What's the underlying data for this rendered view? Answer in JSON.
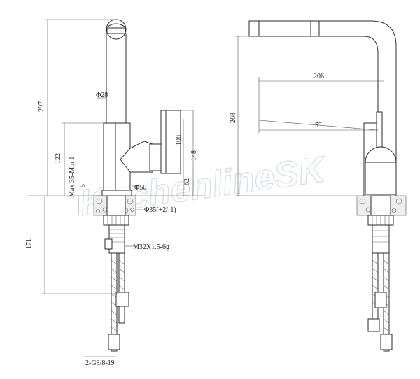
{
  "watermark": "KitchenlineSK",
  "left_view": {
    "dims": {
      "total_height": "297",
      "spout_diameter": "Φ28",
      "body_height": "122",
      "deck_thickness": "Max 35-Min 1",
      "offset_5": "5",
      "body_diameter": "Φ50",
      "lever_height": "108",
      "lever_total": "148",
      "lever_base": "62",
      "hole_diameter": "Φ35(+2/-1)",
      "under_height": "171",
      "thread": "M32X1.5-6g",
      "hose_thread": "2-G3/8-19"
    }
  },
  "right_view": {
    "dims": {
      "reach": "206",
      "spout_height": "268",
      "angle": "5°"
    }
  }
}
